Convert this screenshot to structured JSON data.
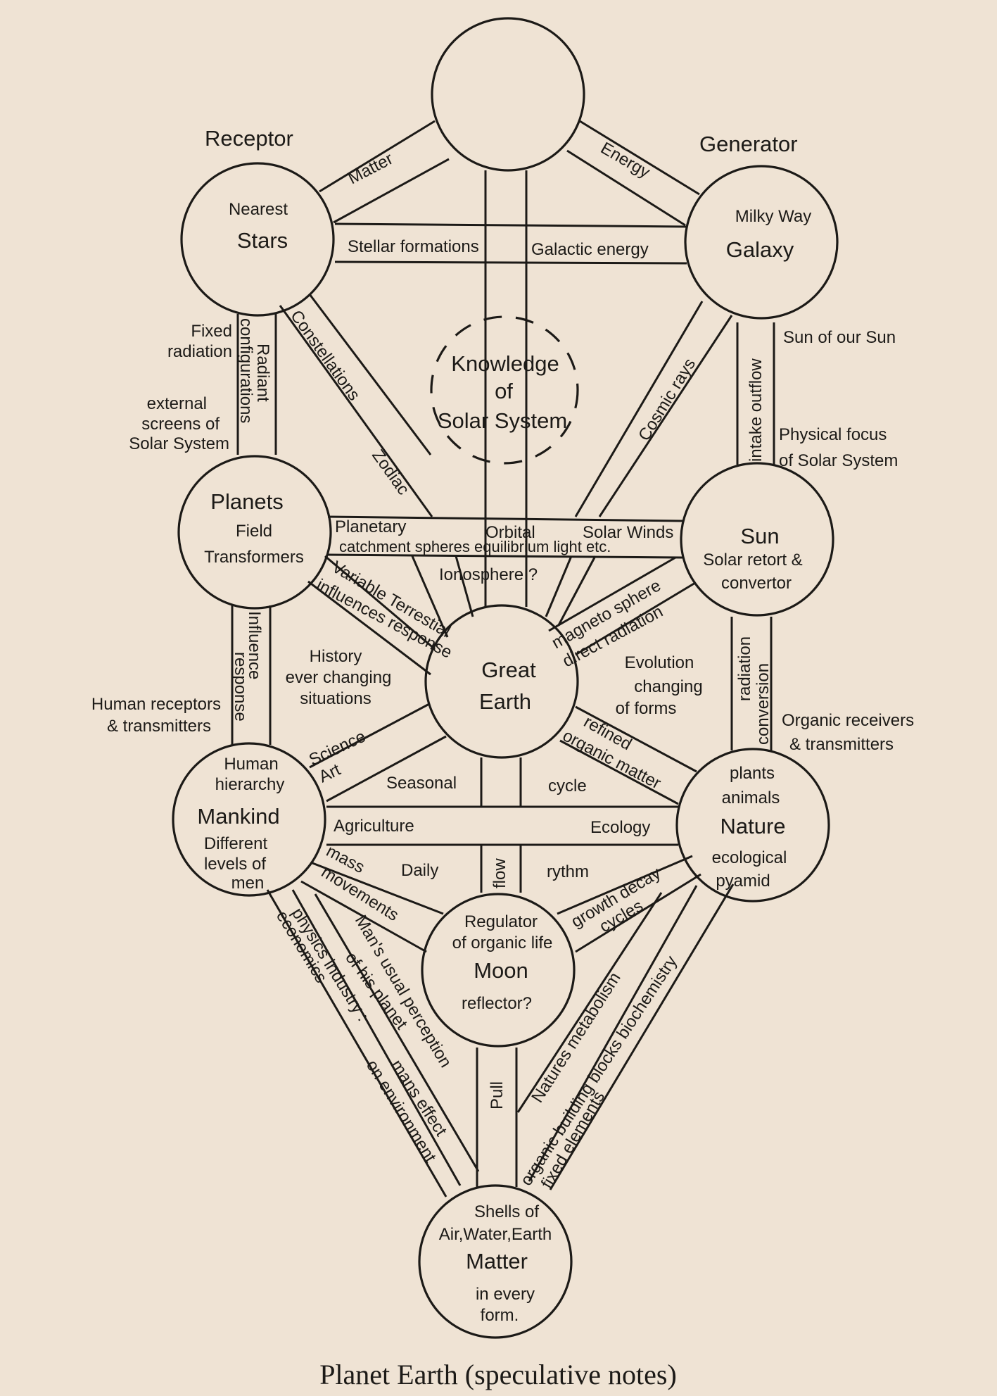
{
  "figure": {
    "caption": "Planet Earth (speculative notes)",
    "colors": {
      "paper": "#efe3d4",
      "ink": "#1c1a17"
    }
  },
  "nodes": {
    "top": {
      "lines": []
    },
    "stars": {
      "lines": [
        "Nearest",
        "Stars"
      ]
    },
    "galaxy": {
      "lines": [
        "Milky Way",
        "Galaxy"
      ]
    },
    "knowledge": {
      "lines": [
        "Knowledge",
        "of",
        "Solar System"
      ]
    },
    "planets": {
      "lines": [
        "Planets",
        "Field",
        "Transformers"
      ]
    },
    "sun": {
      "lines": [
        "Sun",
        "Solar retort &",
        "convertor"
      ]
    },
    "earth": {
      "lines": [
        "Great",
        "Earth"
      ]
    },
    "mankind": {
      "lines": [
        "Human",
        "hierarchy",
        "Mankind",
        "Different",
        "levels of",
        "men"
      ]
    },
    "nature": {
      "lines": [
        "plants",
        "animals",
        "Nature",
        "ecological",
        "pyamid"
      ]
    },
    "moon": {
      "lines": [
        "Regulator",
        "of organic life",
        "Moon",
        "reflector?"
      ]
    },
    "matter": {
      "lines": [
        "Shells of",
        "Air,Water,Earth",
        "Matter",
        "in every",
        "form."
      ]
    }
  },
  "side_labels": {
    "receptor": "Receptor",
    "generator": "Generator",
    "fixed_radiation": [
      "Fixed",
      "radiation"
    ],
    "external_screens": [
      "external",
      "screens of",
      "Solar System"
    ],
    "sun_of_sun": "Sun of our Sun",
    "physical_focus": [
      "Physical focus",
      "of Solar System"
    ],
    "human_receptors": [
      "Human receptors",
      "& transmitters"
    ],
    "organic_receivers": [
      "Organic receivers",
      "& transmitters"
    ]
  },
  "path_labels": {
    "matter": "Matter",
    "energy": "Energy",
    "stellar": "Stellar formations",
    "galactic": "Galactic energy",
    "radiant": [
      "Radiant",
      "configurations"
    ],
    "constellations": "Constellations",
    "zodiac": "Zodiac",
    "cosmic": "Cosmic rays",
    "intake": "intake outflow",
    "planetary_row1": [
      "Planetary",
      "Orbital",
      "Solar Winds"
    ],
    "planetary_row2": "catchment spheres equilibrium light etc.",
    "ionosphere": "Ionosphere ?",
    "variable": [
      "Variable Terrestial",
      "influences response"
    ],
    "magneto": [
      "magneto sphere",
      "direct radiation"
    ],
    "influence": [
      "Influence",
      "response"
    ],
    "history": [
      "History",
      "ever changing",
      "situations"
    ],
    "evolution": [
      "Evolution",
      "changing",
      "of forms"
    ],
    "radiation": [
      "radiation",
      "conversion"
    ],
    "science": [
      "Science",
      "Art"
    ],
    "seasonal": "Seasonal",
    "cycle": "cycle",
    "refined": [
      "refined",
      "organic matter"
    ],
    "agriculture": "Agriculture",
    "ecology": "Ecology",
    "daily": "Daily",
    "flow": "flow",
    "rythm": "rythm",
    "mass": [
      "mass",
      "movements"
    ],
    "growth": [
      "growth decay",
      "cycles"
    ],
    "physics": [
      "physics industry :",
      "economics"
    ],
    "mans_usual": [
      "Man's usual perception",
      "of his planet"
    ],
    "mans_effect": [
      "mans effect",
      "on environment"
    ],
    "pull": "Pull",
    "natures_metabolism": "Natures metabolism",
    "organic_building": [
      "organic building blocks biochemistry",
      "fixed elements"
    ]
  }
}
